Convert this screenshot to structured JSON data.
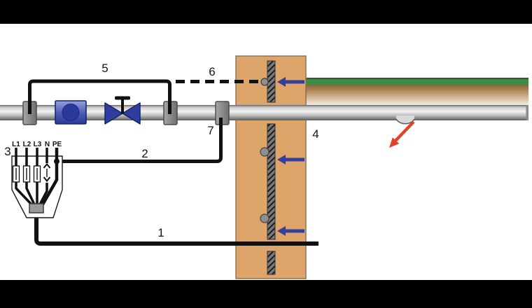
{
  "labels": {
    "n1": "1",
    "n2": "2",
    "n3": "3",
    "n4": "4",
    "n5": "5",
    "n6": "6",
    "n7": "7"
  },
  "panel": {
    "terminals": {
      "l1": "L1",
      "l2": "L2",
      "l3": "L3",
      "n": "N",
      "pe": "PE"
    }
  },
  "colors": {
    "letterbox": "#000000",
    "background": "#ffffff",
    "wall": "#dea56b",
    "wall_border": "#8b6c47",
    "earthing_strip": "#7a7a7a",
    "strip_border": "#343434",
    "grass": "#3f8b42",
    "grass_edge": "#2c5f2e",
    "soil": "#95653a",
    "component_blue": "#2e3e9e",
    "component_blue_border": "#17246e",
    "arrow_blue": "#323f9d",
    "arrow_red": "#e2422c",
    "conductor": "#111111",
    "clamp": "#919191",
    "clamp_border": "#4d4d4d",
    "connection_dot": "#8f8f8f",
    "connector_block": "#999999"
  }
}
